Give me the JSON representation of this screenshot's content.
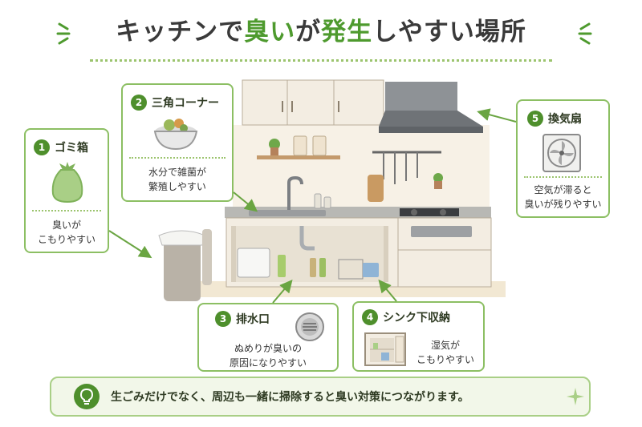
{
  "title": {
    "part1": "キッチンで",
    "part2": "臭い",
    "part3": "が",
    "part4": "発生",
    "part5": "しやすい場所"
  },
  "spots": [
    {
      "number": "1",
      "name": "ゴミ箱",
      "line1": "臭いが",
      "line2": "こもりやすい"
    },
    {
      "number": "2",
      "name": "三角コーナー",
      "line1": "水分で雑菌が",
      "line2": "繁殖しやすい"
    },
    {
      "number": "3",
      "name": "排水口",
      "line1": "ぬめりが臭いの",
      "line2": "原因になりやすい"
    },
    {
      "number": "4",
      "name": "シンク下収納",
      "line1": "湿気が",
      "line2": "こもりやすい"
    },
    {
      "number": "5",
      "name": "換気扇",
      "line1": "空気が滞ると",
      "line2": "臭いが残りやすい"
    }
  ],
  "tip": "生ごみだけでなく、周辺も一緒に掃除すると臭い対策につながります。",
  "colors": {
    "accent": "#4e8f2c",
    "title_highlight": "#4e9a2e",
    "border": "#8cbf63",
    "tip_bg": "#f2f7e9"
  },
  "icons": [
    "trash-bag-icon",
    "sink-strainer-bowl-icon",
    "drain-icon",
    "cabinet-icon",
    "exhaust-fan-icon",
    "lightbulb-icon",
    "sparkle-icon"
  ]
}
